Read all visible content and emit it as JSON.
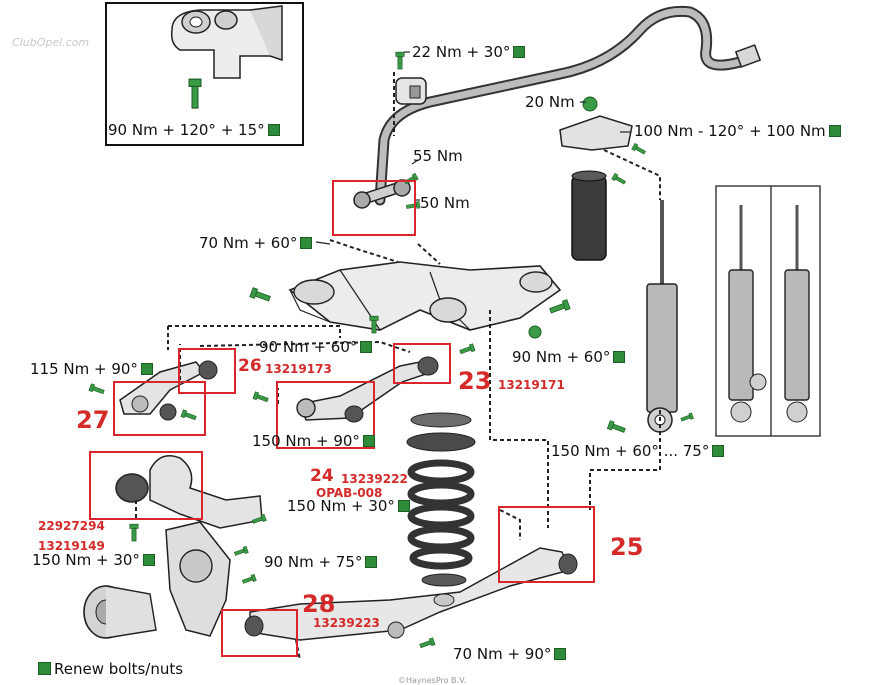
{
  "torque_labels": {
    "inset": "90 Nm + 120° + 15°",
    "stabilizer_top": "22 Nm + 30°",
    "strut_nut": "20 Nm",
    "strut_mount": "100 Nm - 120° + 100 Nm",
    "link_upper": "55 Nm",
    "link_lower": "50 Nm",
    "subframe_left": "70 Nm + 60°",
    "subframe_mid": "90 Nm + 60°",
    "subframe_right": "90 Nm + 60°",
    "arm_27": "115 Nm + 90°",
    "arm_upper": "150 Nm + 90°",
    "spring": "150 Nm + 30°",
    "damper_lower": "150 Nm + 60° ... 75°",
    "knuckle": "150 Nm + 30°",
    "knuckle_mid": "90 Nm + 75°",
    "lower_arm": "70 Nm + 90°"
  },
  "callouts": {
    "n23": "23",
    "n23_part": "13219171",
    "n24": "24",
    "n24_part": "13239222",
    "n24_code": "OPAB-008",
    "n25": "25",
    "n26": "26",
    "n26_part": "13219173",
    "n27": "27",
    "n28": "28",
    "n28_part": "13239223",
    "knuckle_part_a": "22927294",
    "knuckle_part_b": "13219149"
  },
  "legend": "Renew bolts/nuts",
  "watermarks": {
    "top_left": "ClubOpel.com",
    "bottom": "©HaynesPro B.V."
  },
  "colors": {
    "callout_red": "#d9262c",
    "renew_green": "#2e8b3a",
    "line_art": "#222222",
    "part_fill": "#e9e9e9",
    "part_shade": "#a9a9a9"
  }
}
